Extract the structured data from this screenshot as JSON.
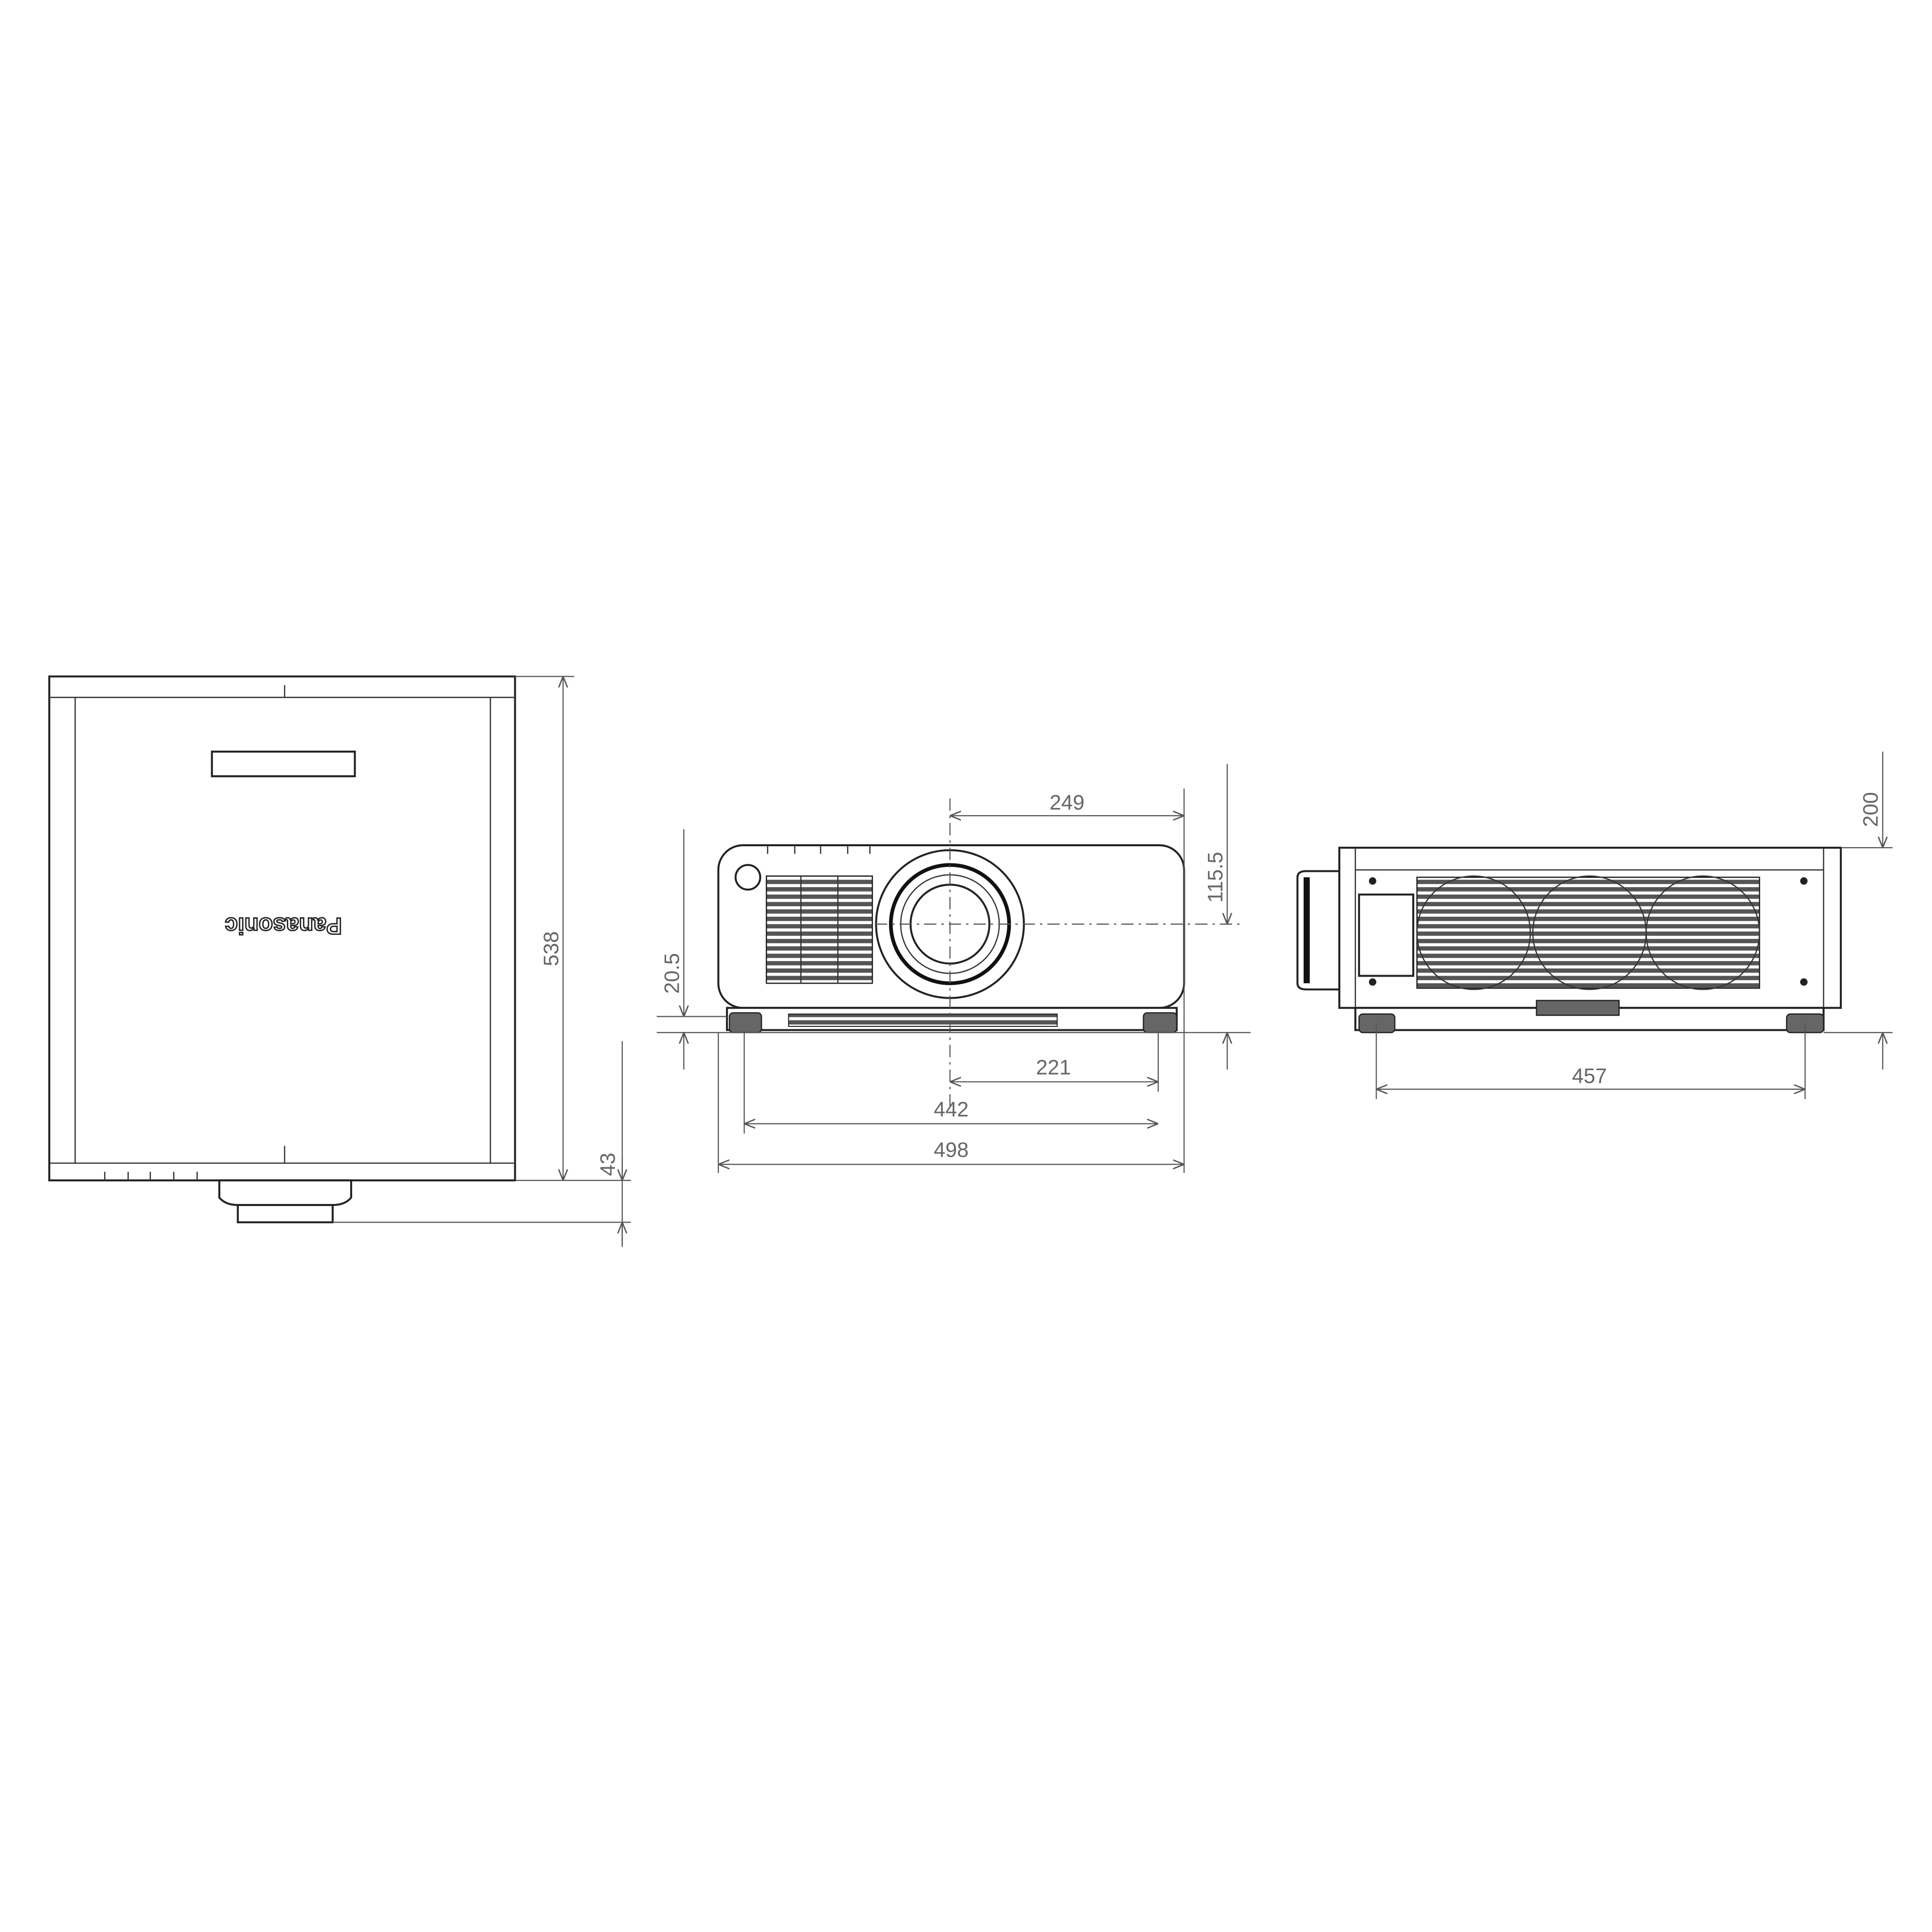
{
  "top_view": {
    "logo": "Panasonic",
    "dims": {
      "depth": "538",
      "lens_protrusion": "43"
    }
  },
  "front_view": {
    "dims": {
      "lens_offset_to_right": "249",
      "lens_center_height": "115.5",
      "foot_height": "20.5",
      "lens_to_foot": "221",
      "foot_span": "442",
      "width": "498"
    }
  },
  "side_view": {
    "dims": {
      "height": "200",
      "foot_span": "457"
    }
  },
  "colors": {
    "line": "#222222",
    "dimension": "#666666",
    "background": "#ffffff"
  }
}
